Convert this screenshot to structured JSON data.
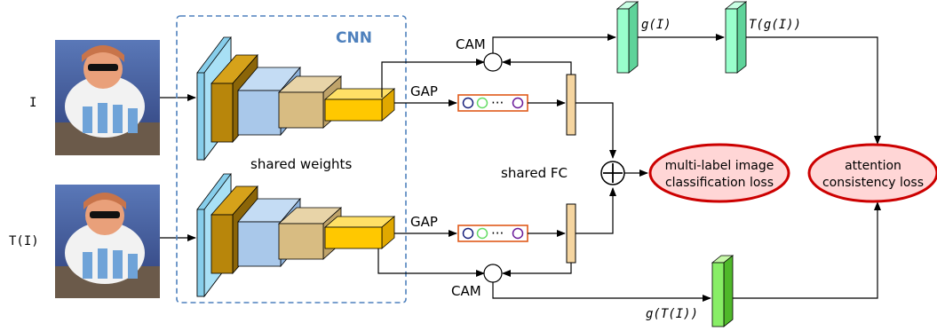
{
  "inputs": {
    "top_label": "I",
    "bottom_label": "T(I)"
  },
  "cnn": {
    "title": "CNN",
    "shared_weights": "shared weights"
  },
  "branches": {
    "cam_top": "CAM",
    "cam_bottom": "CAM",
    "gap_top": "GAP",
    "gap_bottom": "GAP",
    "gap_dots": "···"
  },
  "fc": {
    "label": "shared FC"
  },
  "attention_maps": {
    "g_I": "g(I)",
    "T_g_I": "T(g(I))",
    "g_T_I": "g(T(I))"
  },
  "losses": {
    "classification_line1": "multi-label image",
    "classification_line2": "classification loss",
    "attention_line1": "attention",
    "attention_line2": "consistency loss"
  },
  "colors": {
    "cnn_box": "#4f81bd",
    "conv1": "#87ceeb",
    "conv2": "#b8860b",
    "conv3": "#a9c8ea",
    "conv4": "#d8bc82",
    "conv5": "#ffc800",
    "attention_top": "#99ffcc",
    "attention_bottom": "#88ee66",
    "fc": "#f5d5a0",
    "loss_fill": "#ffd6d6",
    "loss_border": "#cc0000"
  }
}
